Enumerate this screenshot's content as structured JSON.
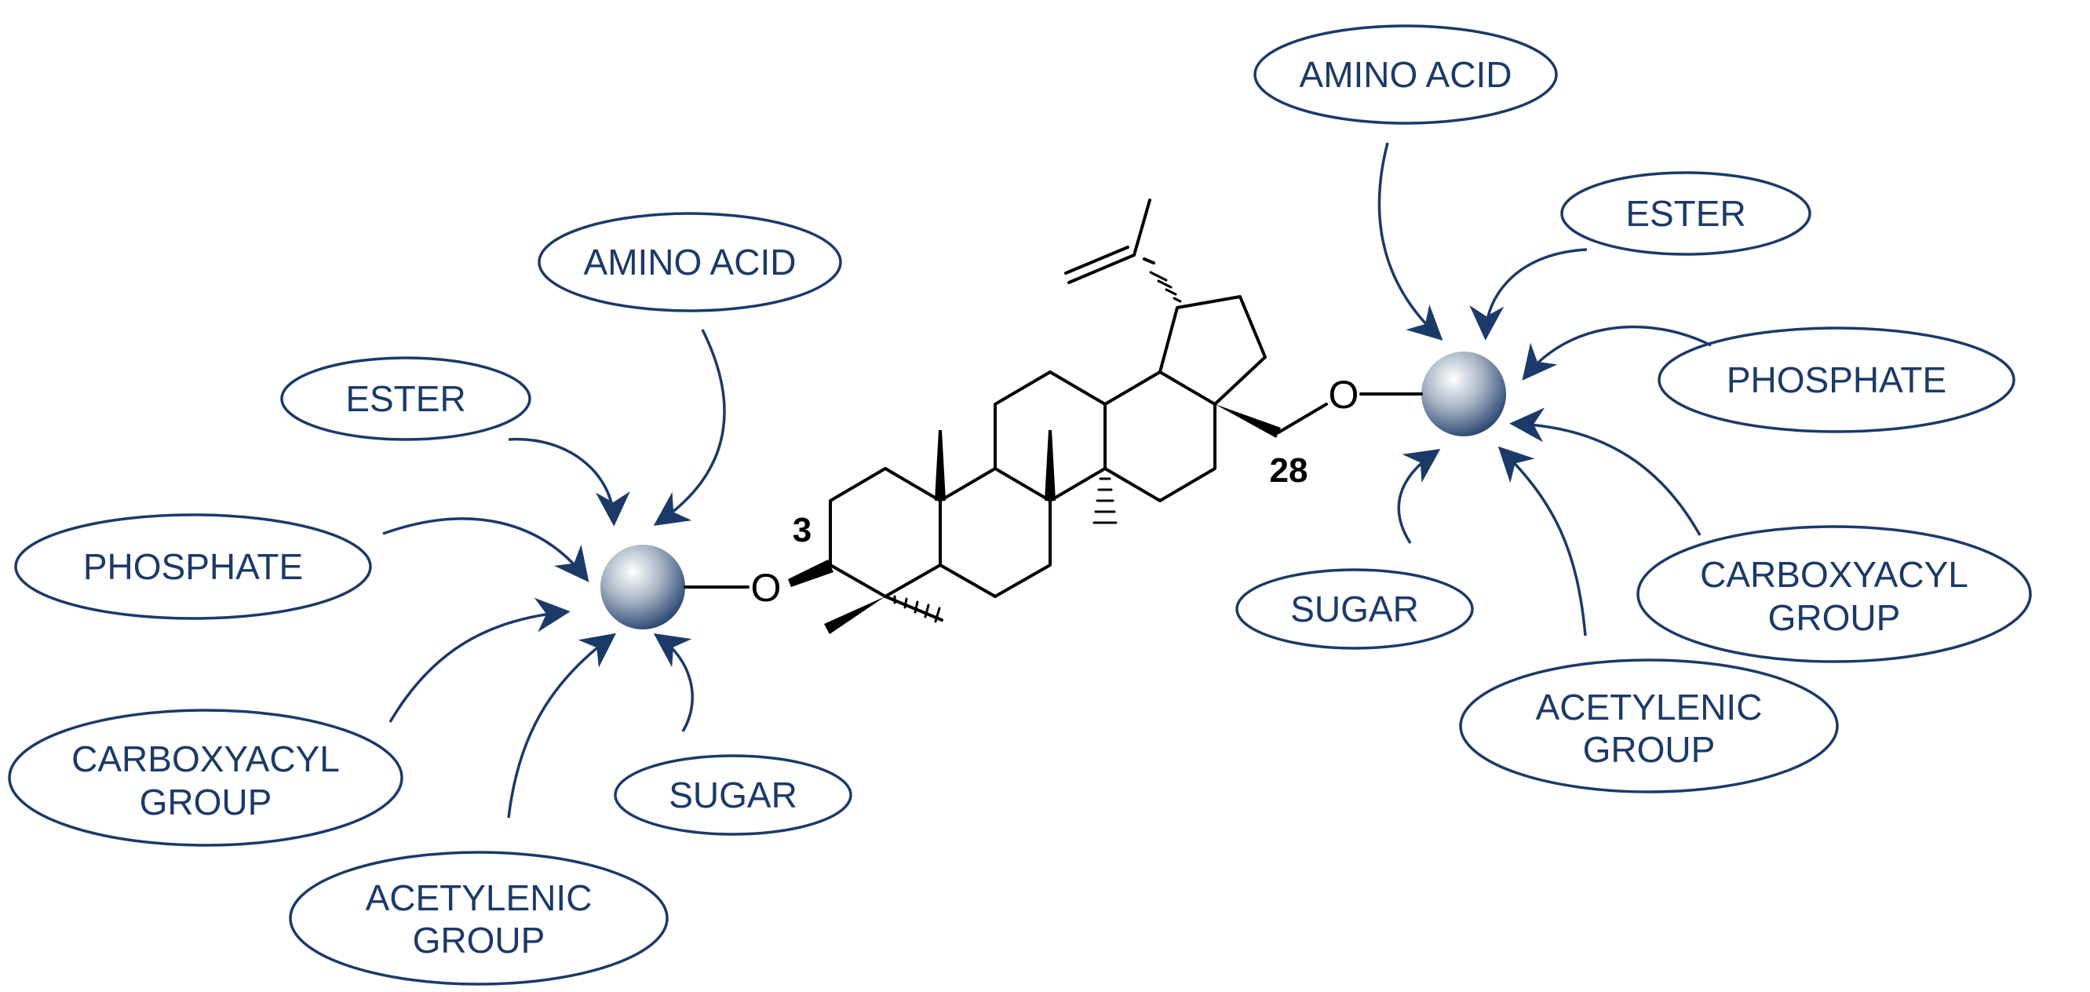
{
  "diagram": {
    "left_group": {
      "labels": {
        "amino_acid": "AMINO ACID",
        "ester": "ESTER",
        "phosphate": "PHOSPHATE",
        "carboxyacyl_1": "CARBOXYACYL",
        "carboxyacyl_2": "GROUP",
        "acetylenic_1": "ACETYLENIC",
        "acetylenic_2": "GROUP",
        "sugar": "SUGAR"
      }
    },
    "right_group": {
      "labels": {
        "amino_acid": "AMINO ACID",
        "ester": "ESTER",
        "phosphate": "PHOSPHATE",
        "carboxyacyl_1": "CARBOXYACYL",
        "carboxyacyl_2": "GROUP",
        "acetylenic_1": "ACETYLENIC",
        "acetylenic_2": "GROUP",
        "sugar": "SUGAR"
      }
    },
    "molecule": {
      "position_c3": "3",
      "position_c28": "28",
      "oxygen_left": "O",
      "oxygen_right": "O"
    },
    "colors": {
      "label_text": "#1c3a68",
      "arrow": "#1c3a68",
      "bond": "#000000",
      "sphere_light": "#ffffff",
      "sphere_dark": "#1c3a68"
    }
  }
}
